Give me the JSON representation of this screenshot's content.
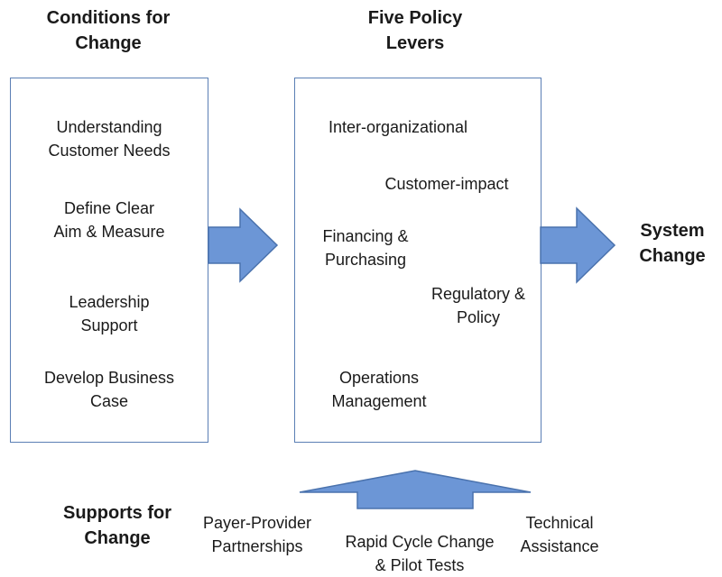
{
  "conditions": {
    "title": "Conditions for\nChange",
    "items": [
      "Understanding\nCustomer Needs",
      "Define Clear\nAim & Measure",
      "Leadership\nSupport",
      "Develop Business\nCase"
    ]
  },
  "levers": {
    "title": "Five Policy\nLevers",
    "items": [
      "Inter-organizational",
      "Customer-impact",
      "Financing &\nPurchasing",
      "Regulatory &\nPolicy",
      "Operations\nManagement"
    ]
  },
  "outcome": {
    "title": "System\nChange"
  },
  "supports": {
    "title": "Supports for\nChange",
    "items": [
      "Payer-Provider\nPartnerships",
      "Rapid Cycle Change\n& Pilot Tests",
      "Technical\nAssistance"
    ]
  },
  "colors": {
    "arrow_fill": "#6c96d6",
    "arrow_stroke": "#4a72ad",
    "box_border": "#5b7fb5"
  }
}
